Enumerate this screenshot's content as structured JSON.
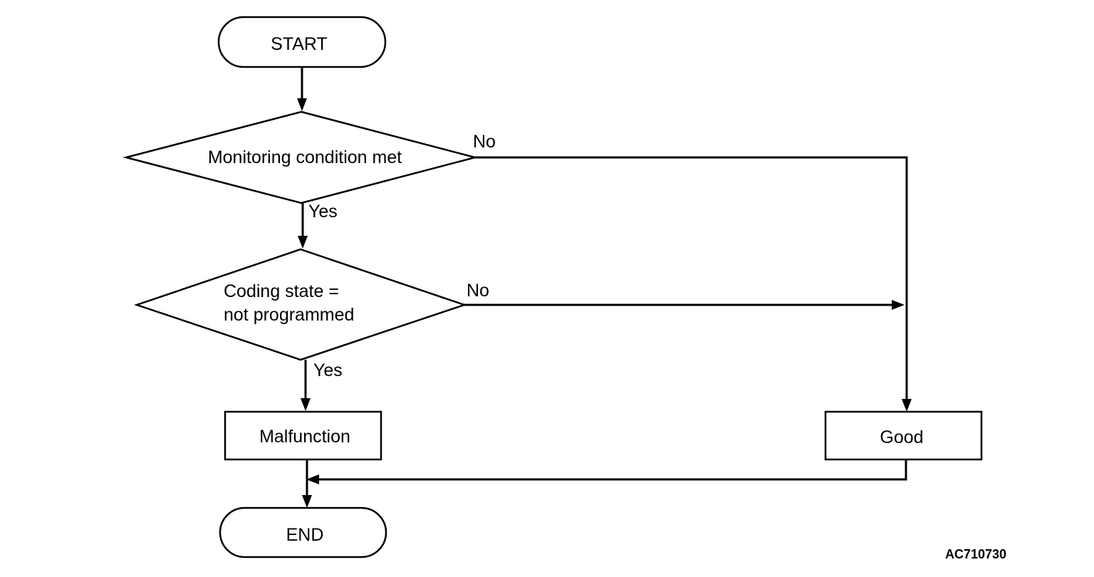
{
  "flowchart": {
    "start": "START",
    "decision1": "Monitoring condition met",
    "decision1_no": "No",
    "decision1_yes": "Yes",
    "decision2_line1": "Coding state =",
    "decision2_line2": "not programmed",
    "decision2_no": "No",
    "decision2_yes": "Yes",
    "malfunction": "Malfunction",
    "good": "Good",
    "end": "END"
  },
  "figure_code": "AC710730"
}
